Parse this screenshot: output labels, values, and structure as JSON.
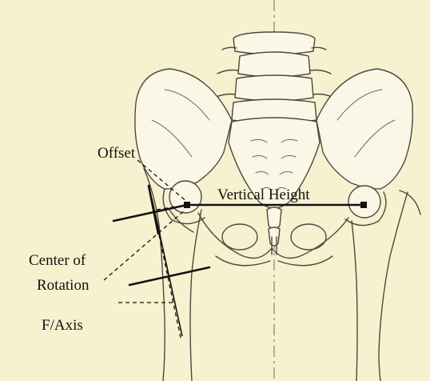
{
  "labels": {
    "offset": "Offset",
    "vertical_height": "Vertical Height",
    "center_of_rotation_line1": "Center of",
    "center_of_rotation_line2": "Rotation",
    "f_axis": "F/Axis"
  },
  "colors": {
    "background": "#f7f1cf",
    "bone_outline": "#4a4a40",
    "bone_fill": "#fbf7e6",
    "annotation": "#111111"
  }
}
